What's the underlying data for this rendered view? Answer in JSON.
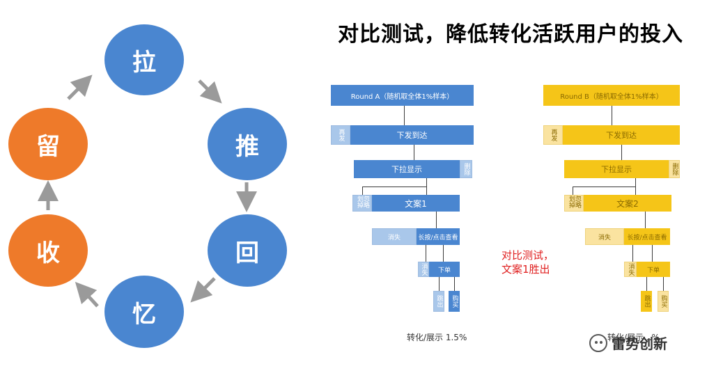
{
  "title": "对比测试，降低转化活跃用户的投入",
  "colors": {
    "node_blue": "#4a86d0",
    "node_orange": "#ee7a2a",
    "arrow_gray": "#9a9a9a",
    "funnel_a": "#4a86d0",
    "funnel_b": "#f5c518",
    "note_red": "#e02020"
  },
  "cycle": {
    "nodes": [
      {
        "label": "拉",
        "color": "blue"
      },
      {
        "label": "推",
        "color": "blue"
      },
      {
        "label": "回",
        "color": "blue"
      },
      {
        "label": "忆",
        "color": "blue"
      },
      {
        "label": "收",
        "color": "orange"
      },
      {
        "label": "留",
        "color": "orange"
      }
    ]
  },
  "funnel_a": {
    "header": "Round A（随机取全体1%样本）",
    "side1": "再发",
    "level1": "下发到达",
    "level2": "下拉显示",
    "side2": "删除",
    "level3": "文案1",
    "side3": "忽略划掉",
    "level4": "长按/点击查看",
    "side4": "消失",
    "level5": "下单",
    "out1": "跳出",
    "out2": "购买",
    "caption": "转化/展示 1.5%"
  },
  "funnel_b": {
    "header": "Round B（随机取全体1%样本）",
    "side1": "再发",
    "level1": "下发到达",
    "level2": "下拉显示",
    "side2": "删除",
    "level3": "文案2",
    "side3": "忽略划掉",
    "level4": "长按/点击查看",
    "side4": "消失",
    "level5": "下单",
    "out1": "跳出",
    "out2": "购买",
    "caption": "转化/展示 ..%"
  },
  "note": "对比测试，\n文案1胜出",
  "watermark": "雷势创新"
}
